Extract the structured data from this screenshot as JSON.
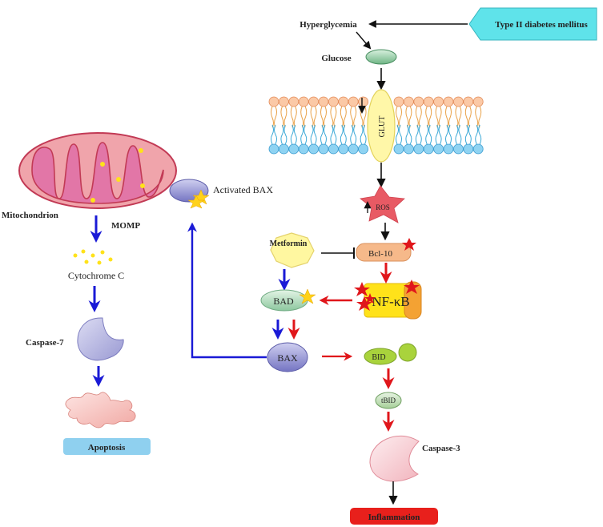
{
  "labels": {
    "type2": "Type II diabetes mellitus",
    "hyperglycemia": "Hyperglycemia",
    "glucose": "Glucose",
    "glut": "GLUT",
    "ros": "ROS",
    "metformin": "Metformin",
    "bcl10": "Bcl-10",
    "nfkb": "NF-κB",
    "bad": "BAD",
    "bax": "BAX",
    "bid": "BID",
    "tbid": "tBID",
    "caspase3": "Caspase-3",
    "inflammation": "Inflammation",
    "mitochondrion": "Mitochondrion",
    "activated_bax": "Activated BAX",
    "momp": "MOMP",
    "cytochrome_c": "Cytochrome C",
    "caspase7": "Caspase-7",
    "apoptosis": "Apoptosis"
  },
  "colors": {
    "black_arrow": "#111111",
    "blue_arrow": "#1a1ad6",
    "red_arrow": "#e0161b",
    "type2_box": "#5fe3ea",
    "apoptosis_box": "#8fd0ef",
    "inflammation_box": "#e8201c",
    "nfkb_box": "#ffe21a",
    "nfkb_side": "#f4a233",
    "bcl10": "#f6b98a",
    "ros": "#e85a64",
    "bid": "#a9d33c",
    "mito_outer": "#f0a4ab",
    "mito_inner": "#e276a7",
    "bax": "#9a9ad6",
    "caspase": "#b8b8e2",
    "caspase3": "#f8d6db",
    "metformin": "#fff7a0"
  }
}
